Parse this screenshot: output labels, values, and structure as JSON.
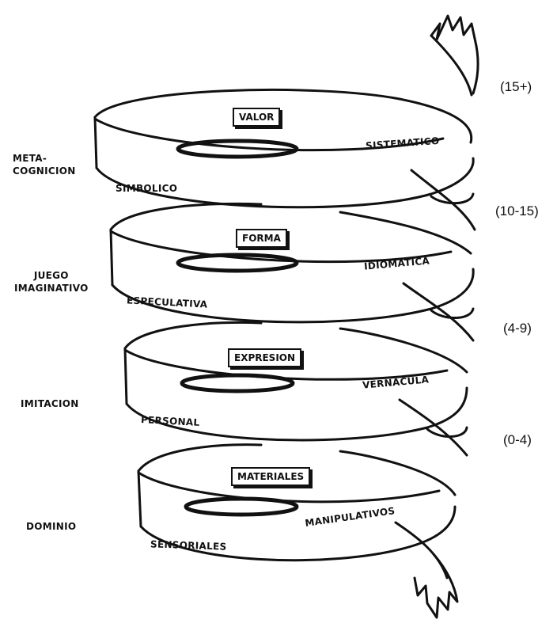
{
  "left_labels": [
    "META-\nCOGNICION",
    "JUEGO\nIMAGINATIVO",
    "IMITACION",
    "DOMINIO"
  ],
  "box_labels": [
    "VALOR",
    "FORMA",
    "EXPRESION",
    "MATERIALES"
  ],
  "band_labels": {
    "left": [
      "SIMBOLICO",
      "ESPECULATIVA",
      "PERSONAL",
      "SENSORIALES"
    ],
    "right": [
      "SISTEMATICO",
      "IDIOMATICA",
      "VERNACULA",
      "MANIPULATIVOS"
    ]
  },
  "age_labels": [
    "(15+)",
    "(10-15)",
    "(4-9)",
    "(0-4)"
  ]
}
